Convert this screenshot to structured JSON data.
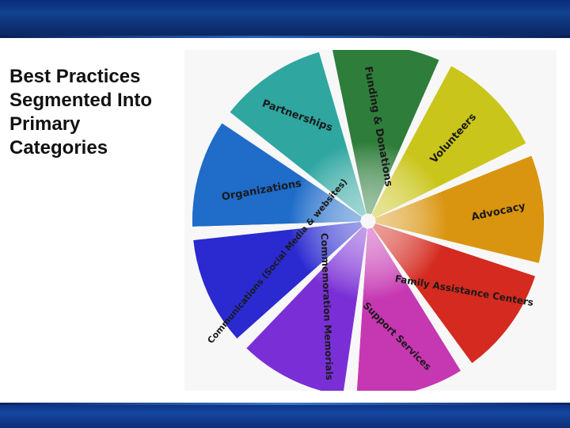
{
  "slide": {
    "title": "Best Practices\nSegmented Into\nPrimary\nCategories"
  },
  "wheel": {
    "segments": [
      {
        "label": "Funding & Donations",
        "color": "#2e7d3a"
      },
      {
        "label": "Volunteers",
        "color": "#c9c51a"
      },
      {
        "label": "Advocacy",
        "color": "#d9950f"
      },
      {
        "label": "Family Assistance Centers",
        "color": "#d42a1f"
      },
      {
        "label": "Support Services",
        "color": "#c637b2"
      },
      {
        "label": "Commemoration Memorials",
        "color": "#7a2fd6"
      },
      {
        "label": "Communications (Social Media & websites)",
        "color": "#2a2ad0"
      },
      {
        "label": "Organizations",
        "color": "#1f6cc9"
      },
      {
        "label": "Partnerships",
        "color": "#2fa6a0"
      }
    ]
  },
  "colors": {
    "header": "#0d2f74",
    "footer": "#0b2e7c"
  }
}
